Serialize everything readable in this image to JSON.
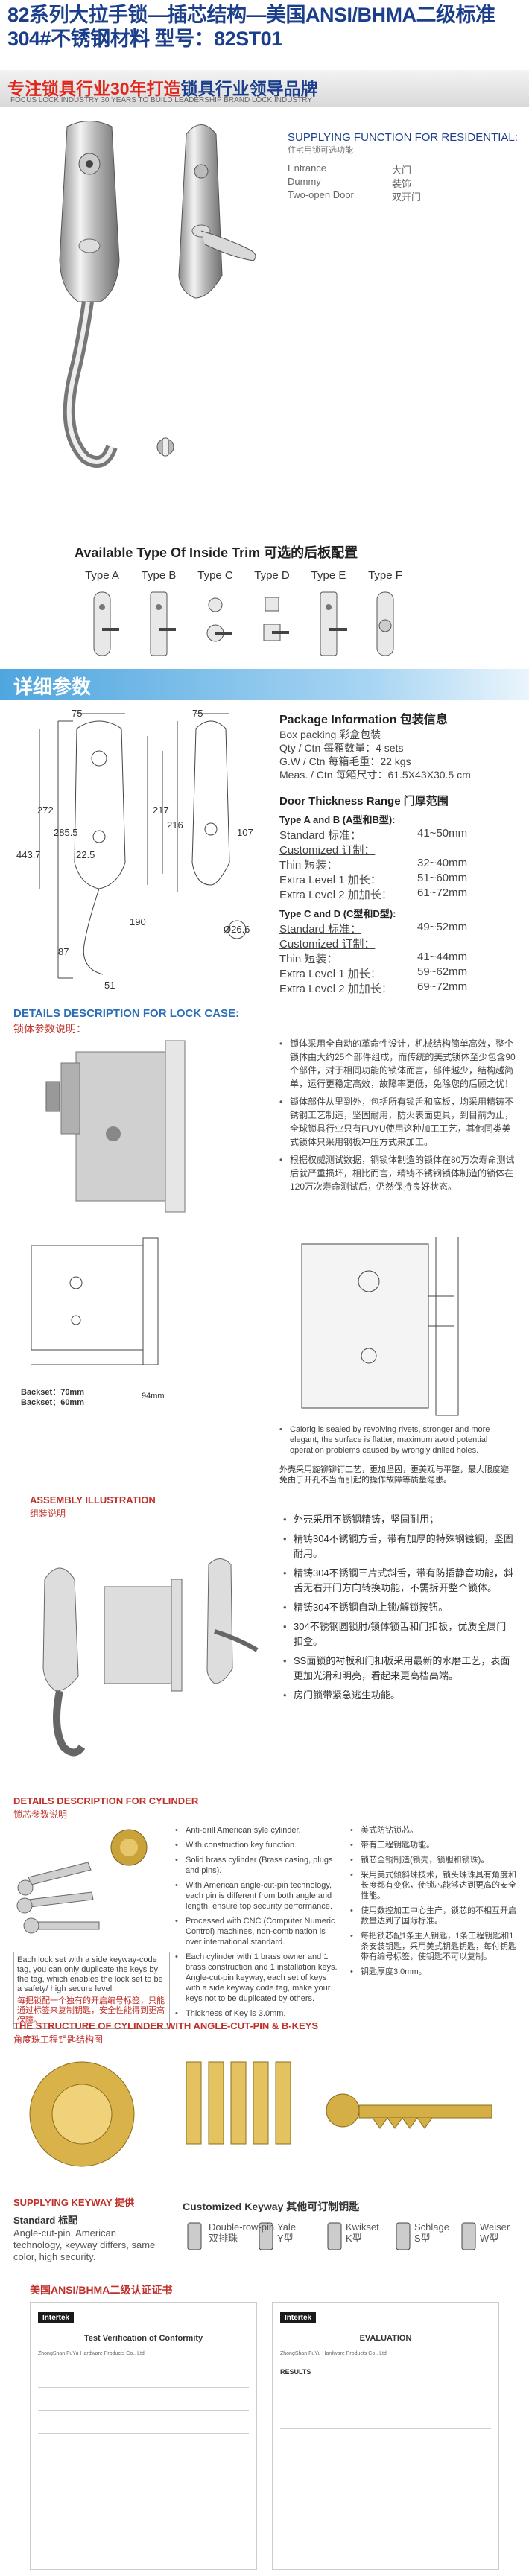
{
  "header": {
    "title": "82系列大拉手锁—插芯结构—美国ANSI/BHMA二级标准 304#不锈钢材料    型号：82ST01",
    "slogan_red": "专注锁具行业30年打造",
    "slogan_blue": "锁具行业领导品牌",
    "slogan_en": "FOCUS LOCK INDUSTRY 30 YEARS TO BUILD LEADERSHIP BRAND LOCK INDUSTRY"
  },
  "supplying": {
    "title": "SUPPLYING FUNCTION FOR RESIDENTIAL:",
    "subtitle": "住宅用锁可选功能",
    "rows": [
      {
        "en": "Entrance",
        "cn": "大门"
      },
      {
        "en": "Dummy",
        "cn": "装饰"
      },
      {
        "en": "Two-open Door",
        "cn": "双开门"
      }
    ]
  },
  "trim": {
    "title": "Available Type Of Inside Trim  可选的后板配置",
    "types": [
      "Type A",
      "Type B",
      "Type C",
      "Type D",
      "Type E",
      "Type F"
    ]
  },
  "details_band": "详细参数",
  "drawing": {
    "labels": [
      "75",
      "75",
      "272",
      "285.5",
      "22.5",
      "217",
      "216",
      "443.7",
      "107",
      "190",
      "87",
      "51",
      "Ø26.6"
    ]
  },
  "package": {
    "title": "Package  Information 包装信息",
    "lines": [
      "Box packing 彩盒包装",
      "Qty / Ctn 每箱数量：4 sets",
      "G.W / Ctn 每箱毛重：22 kgs",
      "Meas. / Ctn 每箱尺寸：61.5X43X30.5 cm"
    ]
  },
  "thickness": {
    "title": "Door Thickness Range 门厚范围",
    "groups": [
      {
        "head": "Type A and B (A型和B型):",
        "rows": [
          {
            "k": "Standard 标准：",
            "v": "41~50mm",
            "ul": true
          },
          {
            "k": "Customized 订制：",
            "v": "",
            "ul": true
          },
          {
            "k": "Thin 短装：",
            "v": "32~40mm",
            "ul": false
          },
          {
            "k": "Extra Level 1 加长：",
            "v": "51~60mm",
            "ul": false
          },
          {
            "k": "Extra Level 2 加加长：",
            "v": "61~72mm",
            "ul": false
          }
        ]
      },
      {
        "head": "Type C and D (C型和D型):",
        "rows": [
          {
            "k": "Standard 标准：",
            "v": "49~52mm",
            "ul": true
          },
          {
            "k": "Customized 订制：",
            "v": "",
            "ul": true
          },
          {
            "k": "Thin 短装：",
            "v": "41~44mm",
            "ul": false
          },
          {
            "k": "Extra Level 1 加长：",
            "v": "59~62mm",
            "ul": false
          },
          {
            "k": "Extra Level 2 加加长：",
            "v": "69~72mm",
            "ul": false
          }
        ]
      }
    ]
  },
  "lockcase": {
    "head": "DETAILS DESCRIPTION FOR LOCK CASE:",
    "sub": "锁体参数说明：",
    "bullets": [
      "锁体采用全自动的革命性设计，机械结构简单高效，整个锁体由大约25个部件组成，而传统的美式锁体至少包含90个部件，对于相同功能的锁体而言，部件越少，结构越简单，运行更稳定高效，故障率更低，免除您的后顾之忧！",
      "锁体部件从里到外，包括所有锁舌和底板，均采用精铸不锈钢工艺制造，坚固耐用，防火表面更具，到目前为止，全球锁具行业只有FUYU使用这种加工工艺，其他同类美式锁体只采用钢板冲压方式来加工。",
      "根据权威测试数据，铜锁体制造的锁体在80万次寿命测试后就严重损坏，相比而言，精铸不锈钢锁体制造的锁体在120万次寿命测试后，仍然保持良好状态。"
    ],
    "backset": "Backset：70mm",
    "backset2": "Backset：60mm",
    "dim": "94mm",
    "note_en": "Calorig is sealed by revolving rivets, stronger and more elegant, the surface is flatter, maximum avoid potential operation problems caused by wrongly drilled holes.",
    "note_cn": "外壳采用旋铆铆钉工艺，更加坚固，更美观与平整，最大限度避免由于开孔不当而引起的操作故障等质量隐患。"
  },
  "assembly": {
    "head": "ASSEMBLY ILLUSTRATION",
    "sub": "组装说明",
    "bullets": [
      "外壳采用不锈钢精铸，坚固耐用；",
      "精铸304不锈钢方舌，带有加厚的特殊钢镀铜，坚固耐用。",
      "精铸304不锈钢三片式斜舌，带有防插静音功能，斜舌无右开门方向转换功能，不需拆开整个锁体。",
      "精铸304不锈钢自动上锁/解锁按钮。",
      "304不锈钢圆锁肘/锁体锁舌和门扣板，优质全属门扣盒。",
      "SS面锁的衬板和门扣板采用最新的水磨工艺，表面更加光滑和明亮，看起来更高档高端。",
      "房门锁带紧急逃生功能。"
    ]
  },
  "cylinder": {
    "head": "DETAILS DESCRIPTION FOR CYLINDER",
    "sub": "锁芯参数说明",
    "tag_en": "Each lock set with a side keyway-code tag, you can only duplicate the keys by the tag, which enables the lock set to be a safety/ high secure level.",
    "tag_cn": "每把锁配一个独有的开启编号标签，只能通过标签来复制钥匙，安全性能得到更高保障。",
    "left": [
      "Anti-drill American syle cylinder.",
      "With construction key function.",
      "Solid brass cylinder (Brass casing, plugs and pins).",
      "With American angle-cut-pin technology, each pin is different from both angle and length, ensure top security performance.",
      "Processed with CNC (Computer Numeric Control) machines, non-combination is over international standard.",
      "Each cylinder with 1 brass owner and 1 brass construction and 1 installation keys. Angle-cut-pin keyway, each set of keys with a side keyway code tag, make your keys not to be duplicated by others.",
      "Thickness of Key is 3.0mm."
    ],
    "right": [
      "美式防钻锁芯。",
      "带有工程钥匙功能。",
      "锁芯全铜制造(锁壳，锁胆和锁珠)。",
      "采用美式倾斜珠技术，锁头珠珠具有角度和长度都有变化，使锁芯能够达到更高的安全性能。",
      "使用数控加工中心生产，锁芯的不相互开启数量达到了国际标准。",
      "每把锁芯配1条主人钥匙，1条工程钥匙和1条安装钥匙，采用美式钥匙钥匙，每付钥匙带有编号标签，使钥匙不可以复制。",
      "钥匙厚度3.0mm。"
    ]
  },
  "angle_cut": {
    "head": "THE STRUCTURE OF CYLINDER WITH ANGLE-CUT-PIN & B-KEYS",
    "sub": "角度珠工程钥匙结构图"
  },
  "keyway": {
    "head": "SUPPLYING KEYWAY 提供",
    "standard_label": "Standard 标配",
    "standard_desc": "Angle-cut-pin, American technology, keyway differs, same color, high security.",
    "customized_label": "Customized Keyway 其他可订制钥匙",
    "options": [
      {
        "name": "Double-row-pin",
        "cn": "双排珠"
      },
      {
        "name": "Yale",
        "cn": "Y型"
      },
      {
        "name": "Kwikset",
        "cn": "K型"
      },
      {
        "name": "Schlage",
        "cn": "S型"
      },
      {
        "name": "Weiser",
        "cn": "W型"
      }
    ]
  },
  "cert": {
    "head": "美国ANSI/BHMA二级认证证书",
    "logo": "Intertek",
    "left_title": "Test Verification of Conformity",
    "right_title": "EVALUATION",
    "company": "ZhongShan FuYu Hardware Products Co., Ltd",
    "result": "RESULTS"
  }
}
